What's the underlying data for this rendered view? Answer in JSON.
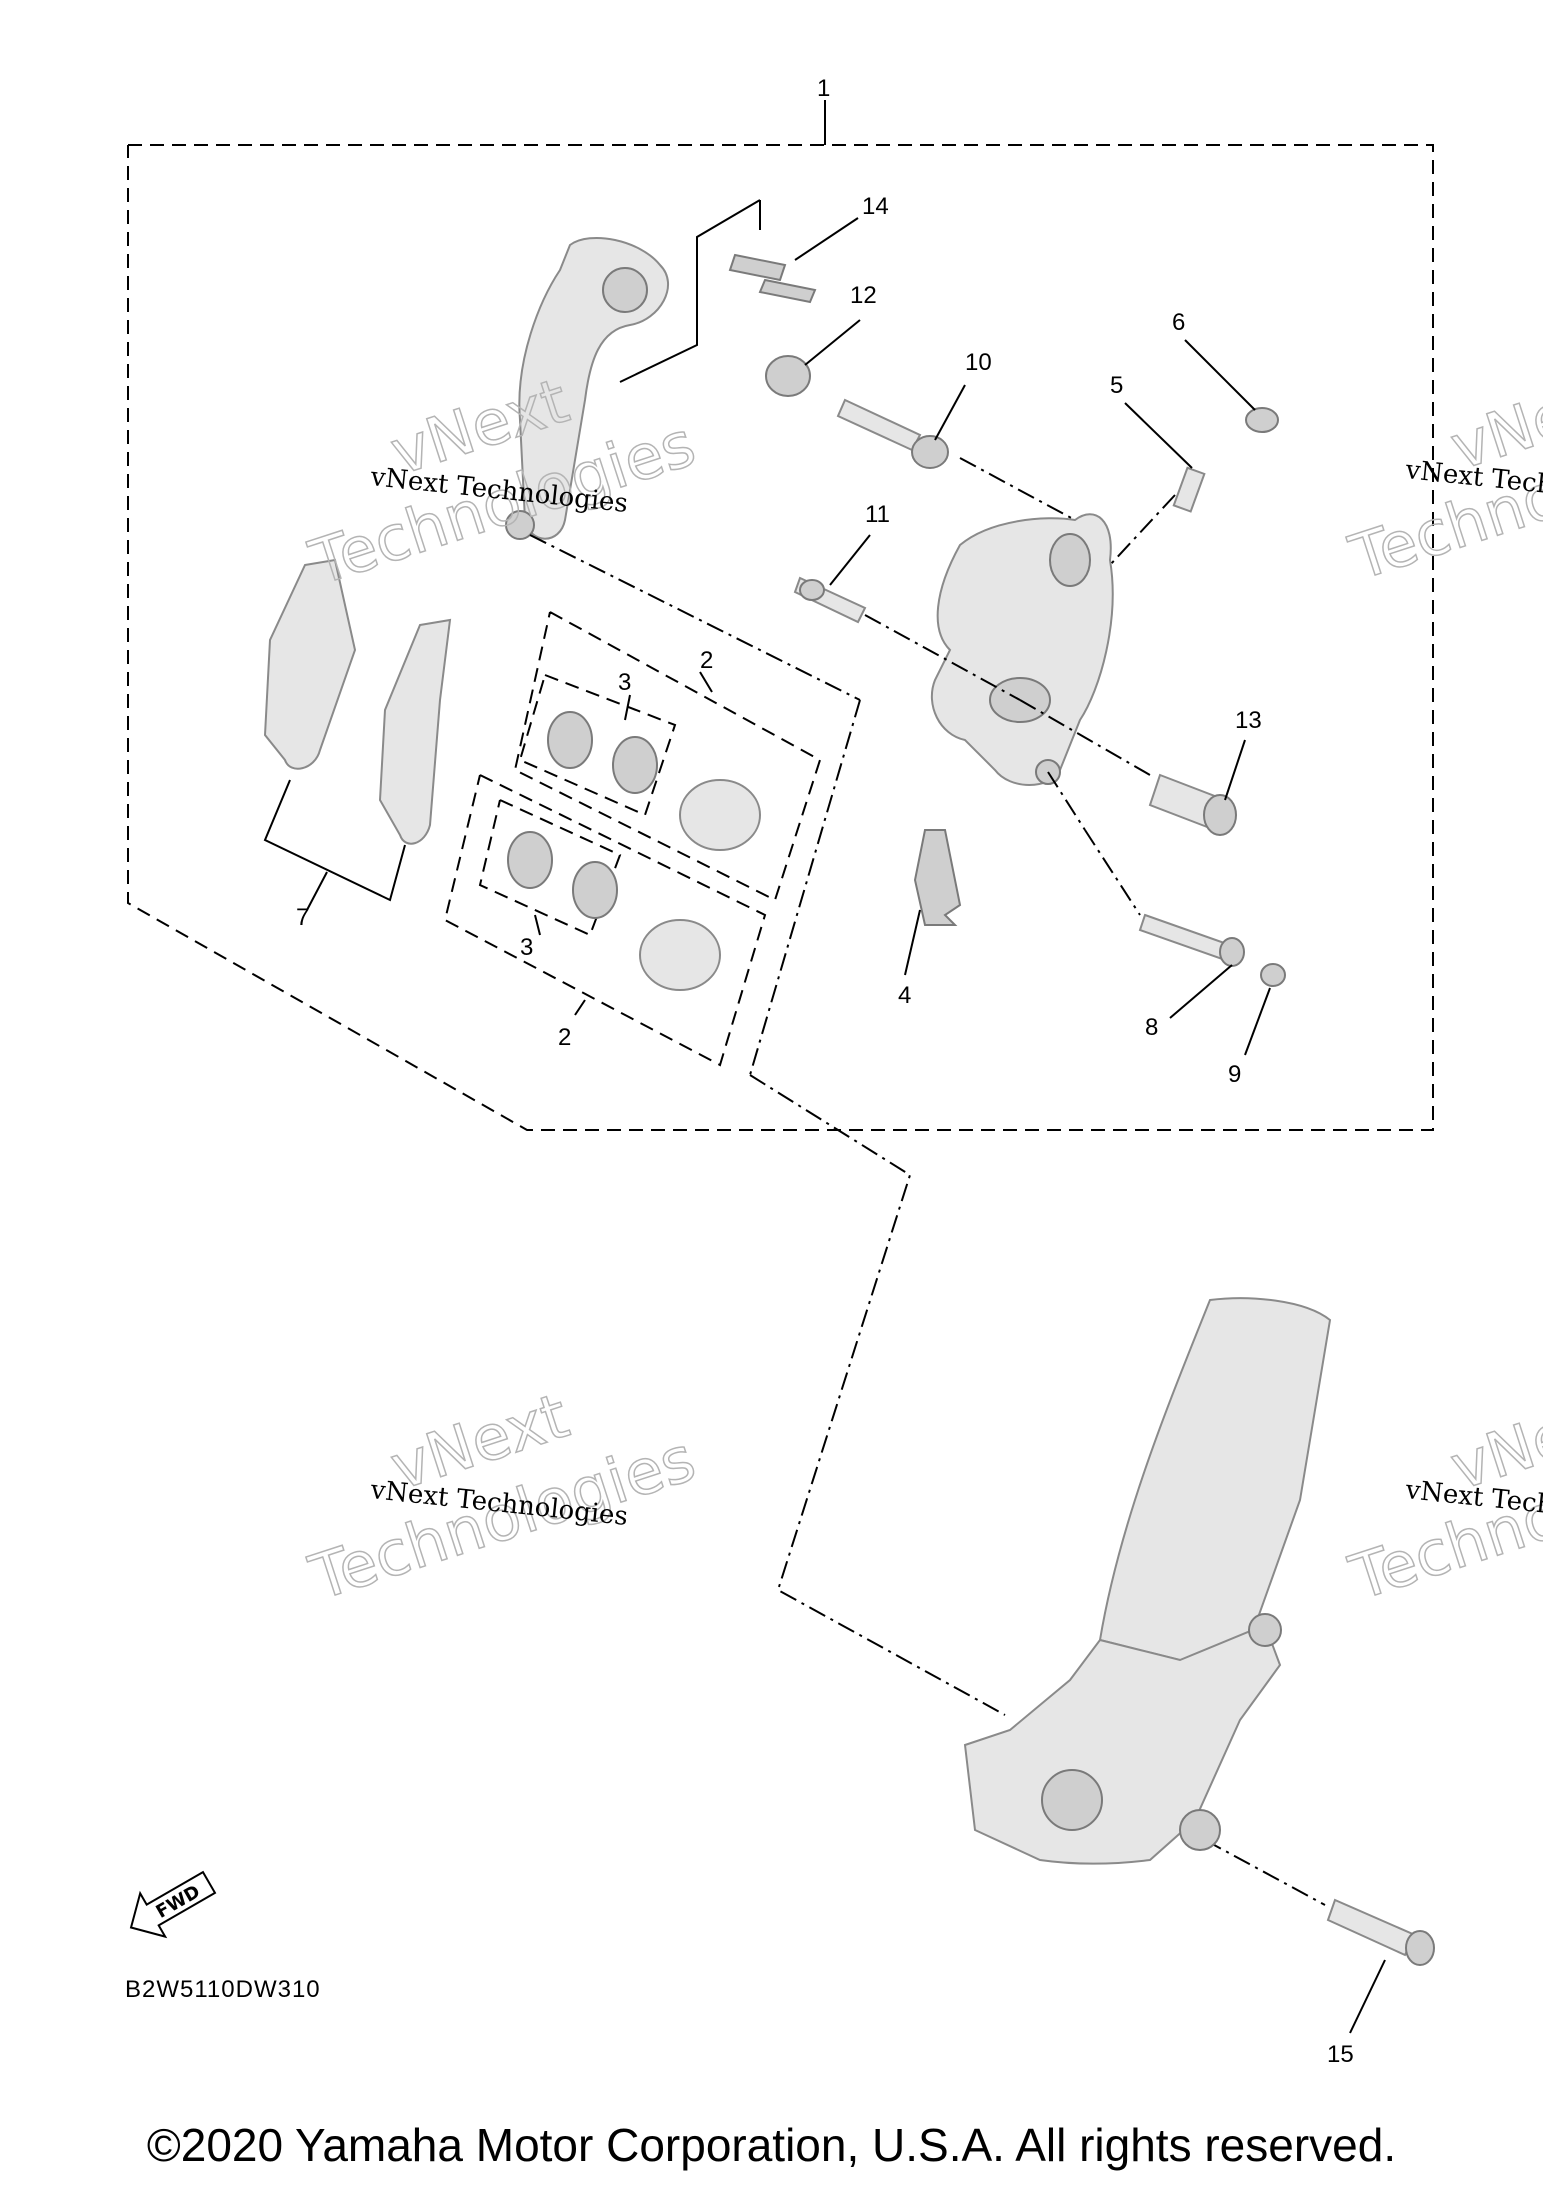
{
  "callouts": {
    "c1": "1",
    "c2a": "2",
    "c2b": "2",
    "c3a": "3",
    "c3b": "3",
    "c4": "4",
    "c5": "5",
    "c6": "6",
    "c7": "7",
    "c8": "8",
    "c9": "9",
    "c10": "10",
    "c11": "11",
    "c12": "12",
    "c13": "13",
    "c14": "14",
    "c15": "15"
  },
  "watermark": {
    "line": "vNext Technologies",
    "big1": "vNext",
    "big2": "Technologies"
  },
  "diagram_code": "B2W5110DW310",
  "fwd_label": "FWD",
  "copyright": "©2020 Yamaha Motor Corporation, U.S.A. All rights reserved."
}
